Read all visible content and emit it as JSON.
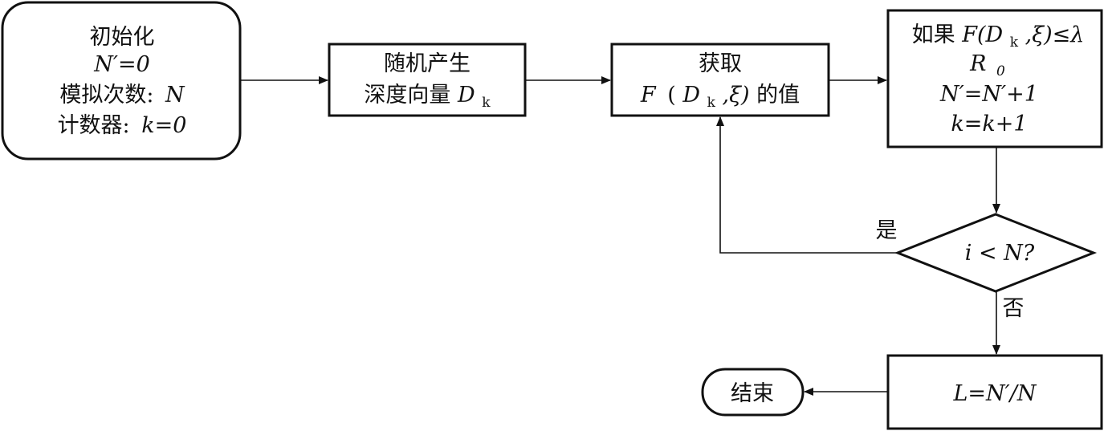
{
  "nodes": {
    "init": {
      "title": "初始化",
      "line_n_prime": "N′=0",
      "line_sim_label": "模拟次数:",
      "line_sim_var": "N",
      "line_counter_label": "计数器:",
      "line_counter_var": "k=0"
    },
    "random": {
      "line1": "随机产生",
      "line2": "深度向量",
      "var": "D",
      "sub": "k"
    },
    "acquire": {
      "line1": "获取",
      "func": "F",
      "open": "(",
      "var": "D",
      "sub": "k",
      "xi": ",ξ)",
      "suffix": "的值"
    },
    "condition": {
      "prefix": "如果",
      "func": "F(D",
      "sub": "k",
      "rest": ",ξ)≤λ",
      "r": "R",
      "r_sub": "0",
      "n_update": "N′=N′+1",
      "k_update": "k=k+1"
    },
    "decision": {
      "text": "i < N?"
    },
    "result": {
      "text": "L=N′/N"
    },
    "end": {
      "text": "结束"
    }
  },
  "edges": {
    "yes_label": "是",
    "no_label": "否"
  }
}
